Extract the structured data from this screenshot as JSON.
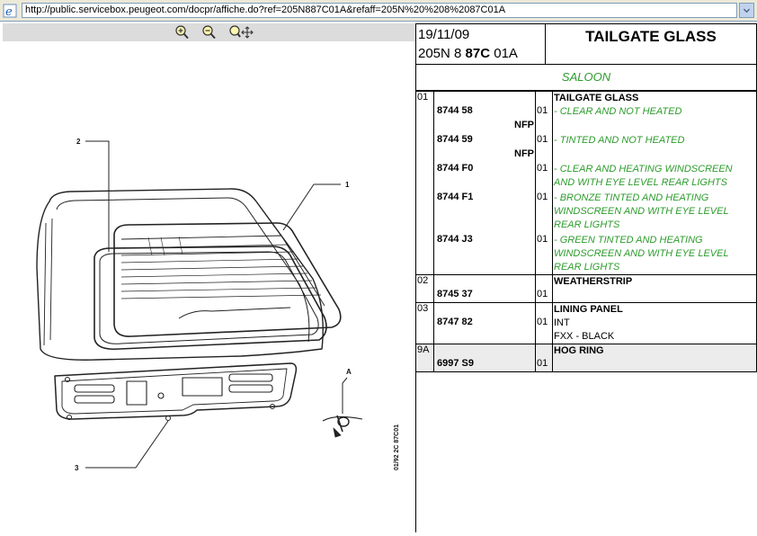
{
  "browser": {
    "url": "http://public.servicebox.peugeot.com/docpr/affiche.do?ref=205N887C01A&refaff=205N%20%208%2087C01A"
  },
  "toolbar": {
    "zoom_in_icon": "zoom-in-icon",
    "zoom_out_icon": "zoom-out-icon",
    "pan_zoom_icon": "pan-zoom-icon"
  },
  "drawing": {
    "callouts": [
      "1",
      "2",
      "3",
      "A"
    ],
    "stamp": "01/92 2C 87C01"
  },
  "header": {
    "date": "19/11/09",
    "code_prefix": "205N 8 ",
    "code_bold": "87C",
    "code_suffix": " 01A",
    "title": "TAILGATE GLASS"
  },
  "variant": "SALOON",
  "groups": [
    {
      "group": "01",
      "title": "TAILGATE GLASS",
      "items": [
        {
          "ref": "8744 58",
          "nfp": "NFP",
          "qty": "01",
          "desc": [
            "- CLEAR AND NOT HEATED"
          ]
        },
        {
          "ref": "8744 59",
          "nfp": "NFP",
          "qty": "01",
          "desc": [
            "- TINTED AND NOT HEATED"
          ]
        },
        {
          "ref": "8744 F0",
          "nfp": "",
          "qty": "01",
          "desc": [
            "- CLEAR AND HEATING WINDSCREEN",
            "AND WITH EYE LEVEL REAR LIGHTS"
          ]
        },
        {
          "ref": "8744 F1",
          "nfp": "",
          "qty": "01",
          "desc": [
            "- BRONZE TINTED AND HEATING",
            "WINDSCREEN AND WITH EYE LEVEL",
            "REAR LIGHTS"
          ]
        },
        {
          "ref": "8744 J3",
          "nfp": "",
          "qty": "01",
          "desc": [
            "- GREEN TINTED AND HEATING",
            "WINDSCREEN AND WITH EYE LEVEL",
            "REAR LIGHTS"
          ]
        }
      ]
    },
    {
      "group": "02",
      "title": "WEATHERSTRIP",
      "items": [
        {
          "ref": "8745 37",
          "nfp": "",
          "qty": "01",
          "desc": []
        }
      ]
    },
    {
      "group": "03",
      "title": "LINING PANEL",
      "items": [
        {
          "ref": "8747 82",
          "nfp": "",
          "qty": "01",
          "desc": [
            "INT",
            "FXX - BLACK"
          ]
        }
      ]
    },
    {
      "group": "9A",
      "title": "HOG RING",
      "highlight": true,
      "items": [
        {
          "ref": "6997 S9",
          "nfp": "",
          "qty": "01",
          "desc": []
        }
      ]
    }
  ],
  "colors": {
    "variant_text": "#2d9c2d",
    "toolbar_bg": "#dcdcdc",
    "highlight_row": "#ececec"
  }
}
